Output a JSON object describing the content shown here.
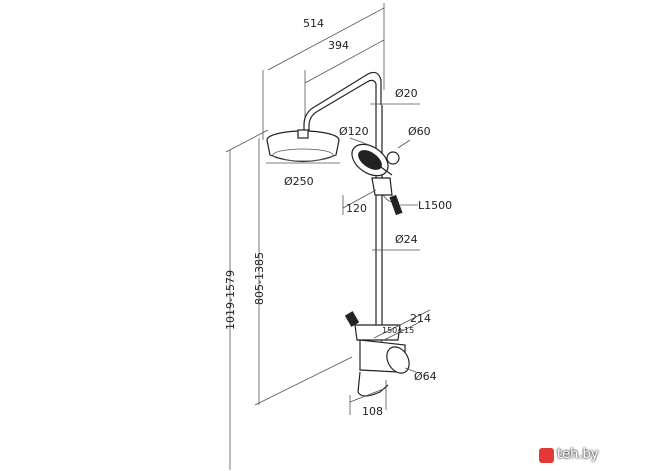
{
  "dimensions": {
    "total_width": "514",
    "head_arm": "394",
    "rail_diameter": "Ø20",
    "head_diameter": "Ø250",
    "hand_shower": "Ø120",
    "holder": "Ø60",
    "holder_offset": "120",
    "hose_length": "L1500",
    "pipe_diameter": "Ø24",
    "mixer_width": "214",
    "mixer_tolerance": "150±15",
    "mixer_knob": "Ø64",
    "spout": "108",
    "height_range_a": "805-1385",
    "height_range_b": "1019-1579"
  },
  "watermark": {
    "text": "teh.by"
  },
  "colors": {
    "line": "#333333",
    "watermark_badge": "#e53935"
  }
}
